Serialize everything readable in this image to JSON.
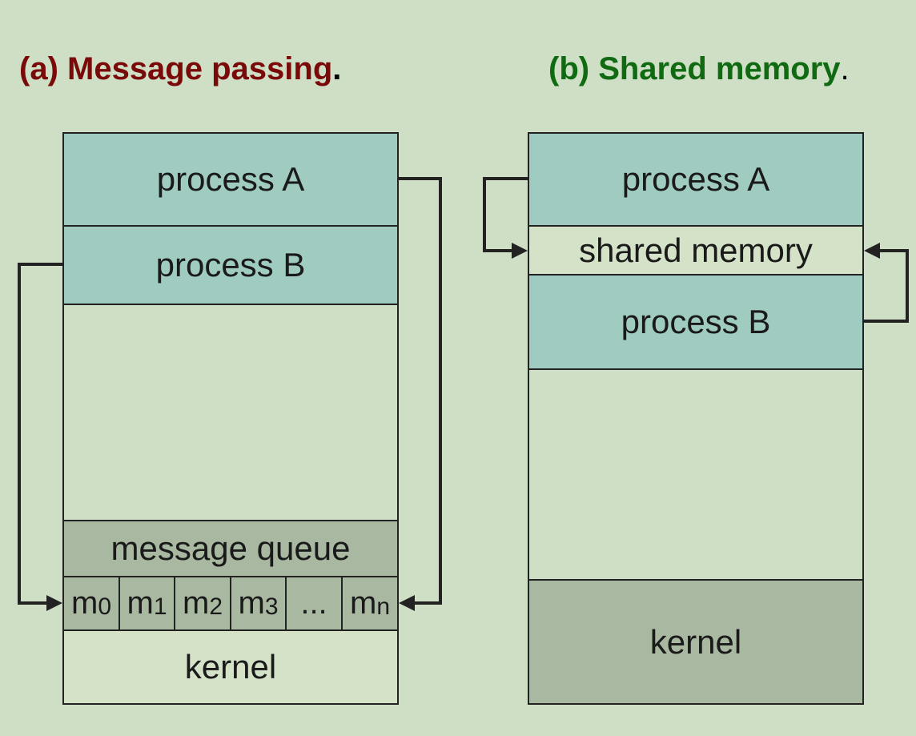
{
  "title_a": {
    "text": "(a) Message passing",
    "suffix": ".",
    "color": "#7a0a0a"
  },
  "title_b": {
    "text": "(b) Shared memory",
    "suffix": ".",
    "color": "#0f6a12"
  },
  "panel_a": {
    "process_a": "process A",
    "process_b": "process B",
    "message_queue": "message queue",
    "cells": [
      {
        "base": "m",
        "sub": "0"
      },
      {
        "base": "m",
        "sub": "1"
      },
      {
        "base": "m",
        "sub": "2"
      },
      {
        "base": "m",
        "sub": "3"
      },
      {
        "base": "...",
        "sub": ""
      },
      {
        "base": "m",
        "sub": "n"
      }
    ],
    "kernel": "kernel"
  },
  "panel_b": {
    "process_a": "process A",
    "shared_memory": "shared memory",
    "process_b": "process B",
    "kernel": "kernel"
  },
  "colors": {
    "background": "#cfdfc5",
    "process": "#9fcbc0",
    "queue": "#a9b8a0",
    "line": "#222222"
  }
}
